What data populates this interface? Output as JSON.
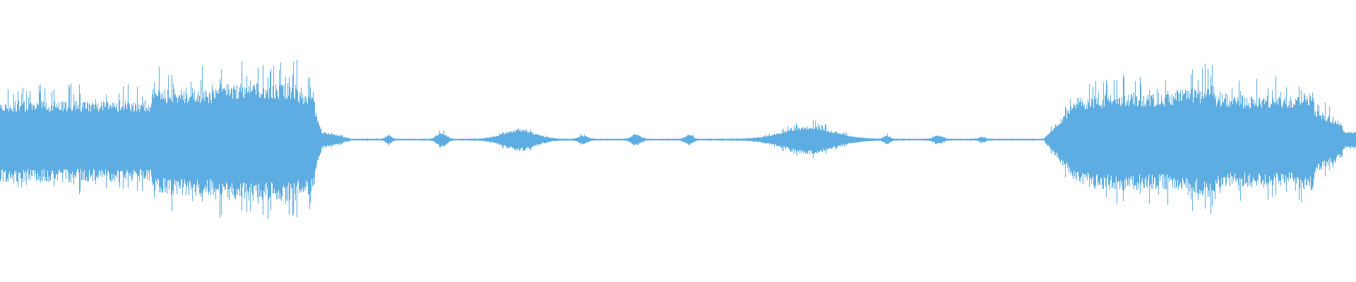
{
  "waveform": {
    "color": "#5dade2",
    "background": "#ffffff",
    "description_kind": "audio-waveform",
    "segments": [
      {
        "start": 0.0,
        "end": 0.235,
        "level": "loud"
      },
      {
        "start": 0.235,
        "end": 0.258,
        "level": "fade"
      },
      {
        "start": 0.258,
        "end": 0.77,
        "level": "quiet-with-blips"
      },
      {
        "start": 0.77,
        "end": 1.0,
        "level": "loud"
      }
    ]
  }
}
